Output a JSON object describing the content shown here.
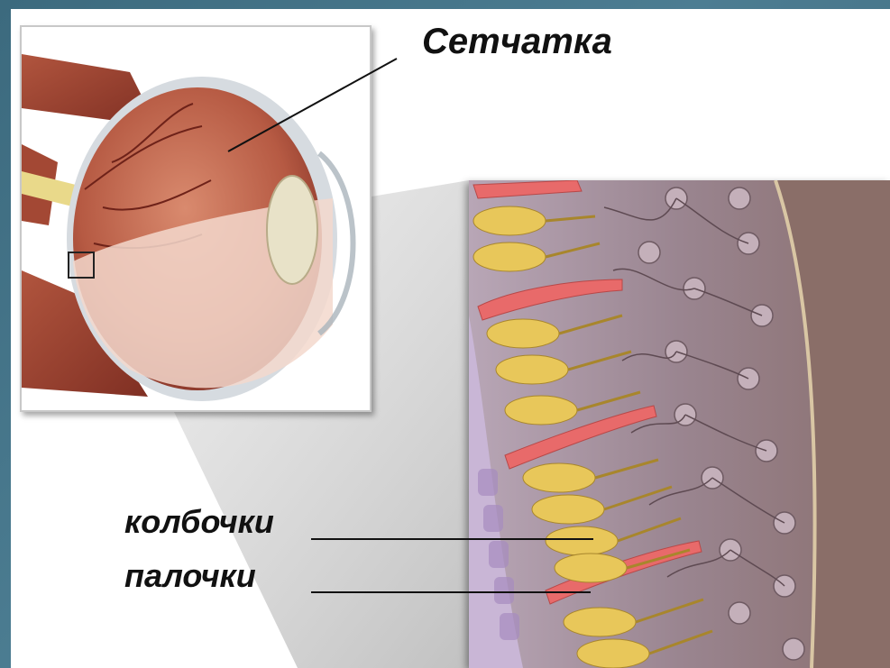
{
  "labels": {
    "retina": "Сетчатка",
    "cones": "колбочки",
    "rods": "палочки"
  },
  "colors": {
    "background": "#4c7d92",
    "cone_fill": "#e8c75a",
    "rod_fill": "#e86a6a",
    "tissue": "#9c8790",
    "eye_red": "#c6604a"
  },
  "icons": {
    "eye": "eye-cross-section-illustration",
    "retina_cells": "retina-layer-illustration"
  }
}
